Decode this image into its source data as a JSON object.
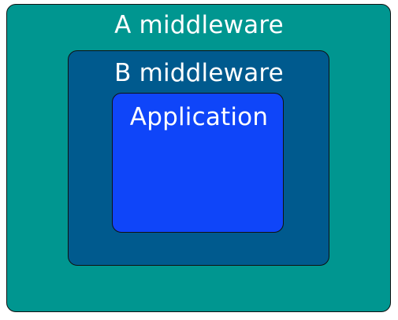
{
  "diagram": {
    "layers": {
      "outer": {
        "label": "A middleware",
        "color": "#009690"
      },
      "middle": {
        "label": "B middleware",
        "color": "#005a8e"
      },
      "inner": {
        "label": "Application",
        "color": "#0f45f9"
      }
    }
  }
}
